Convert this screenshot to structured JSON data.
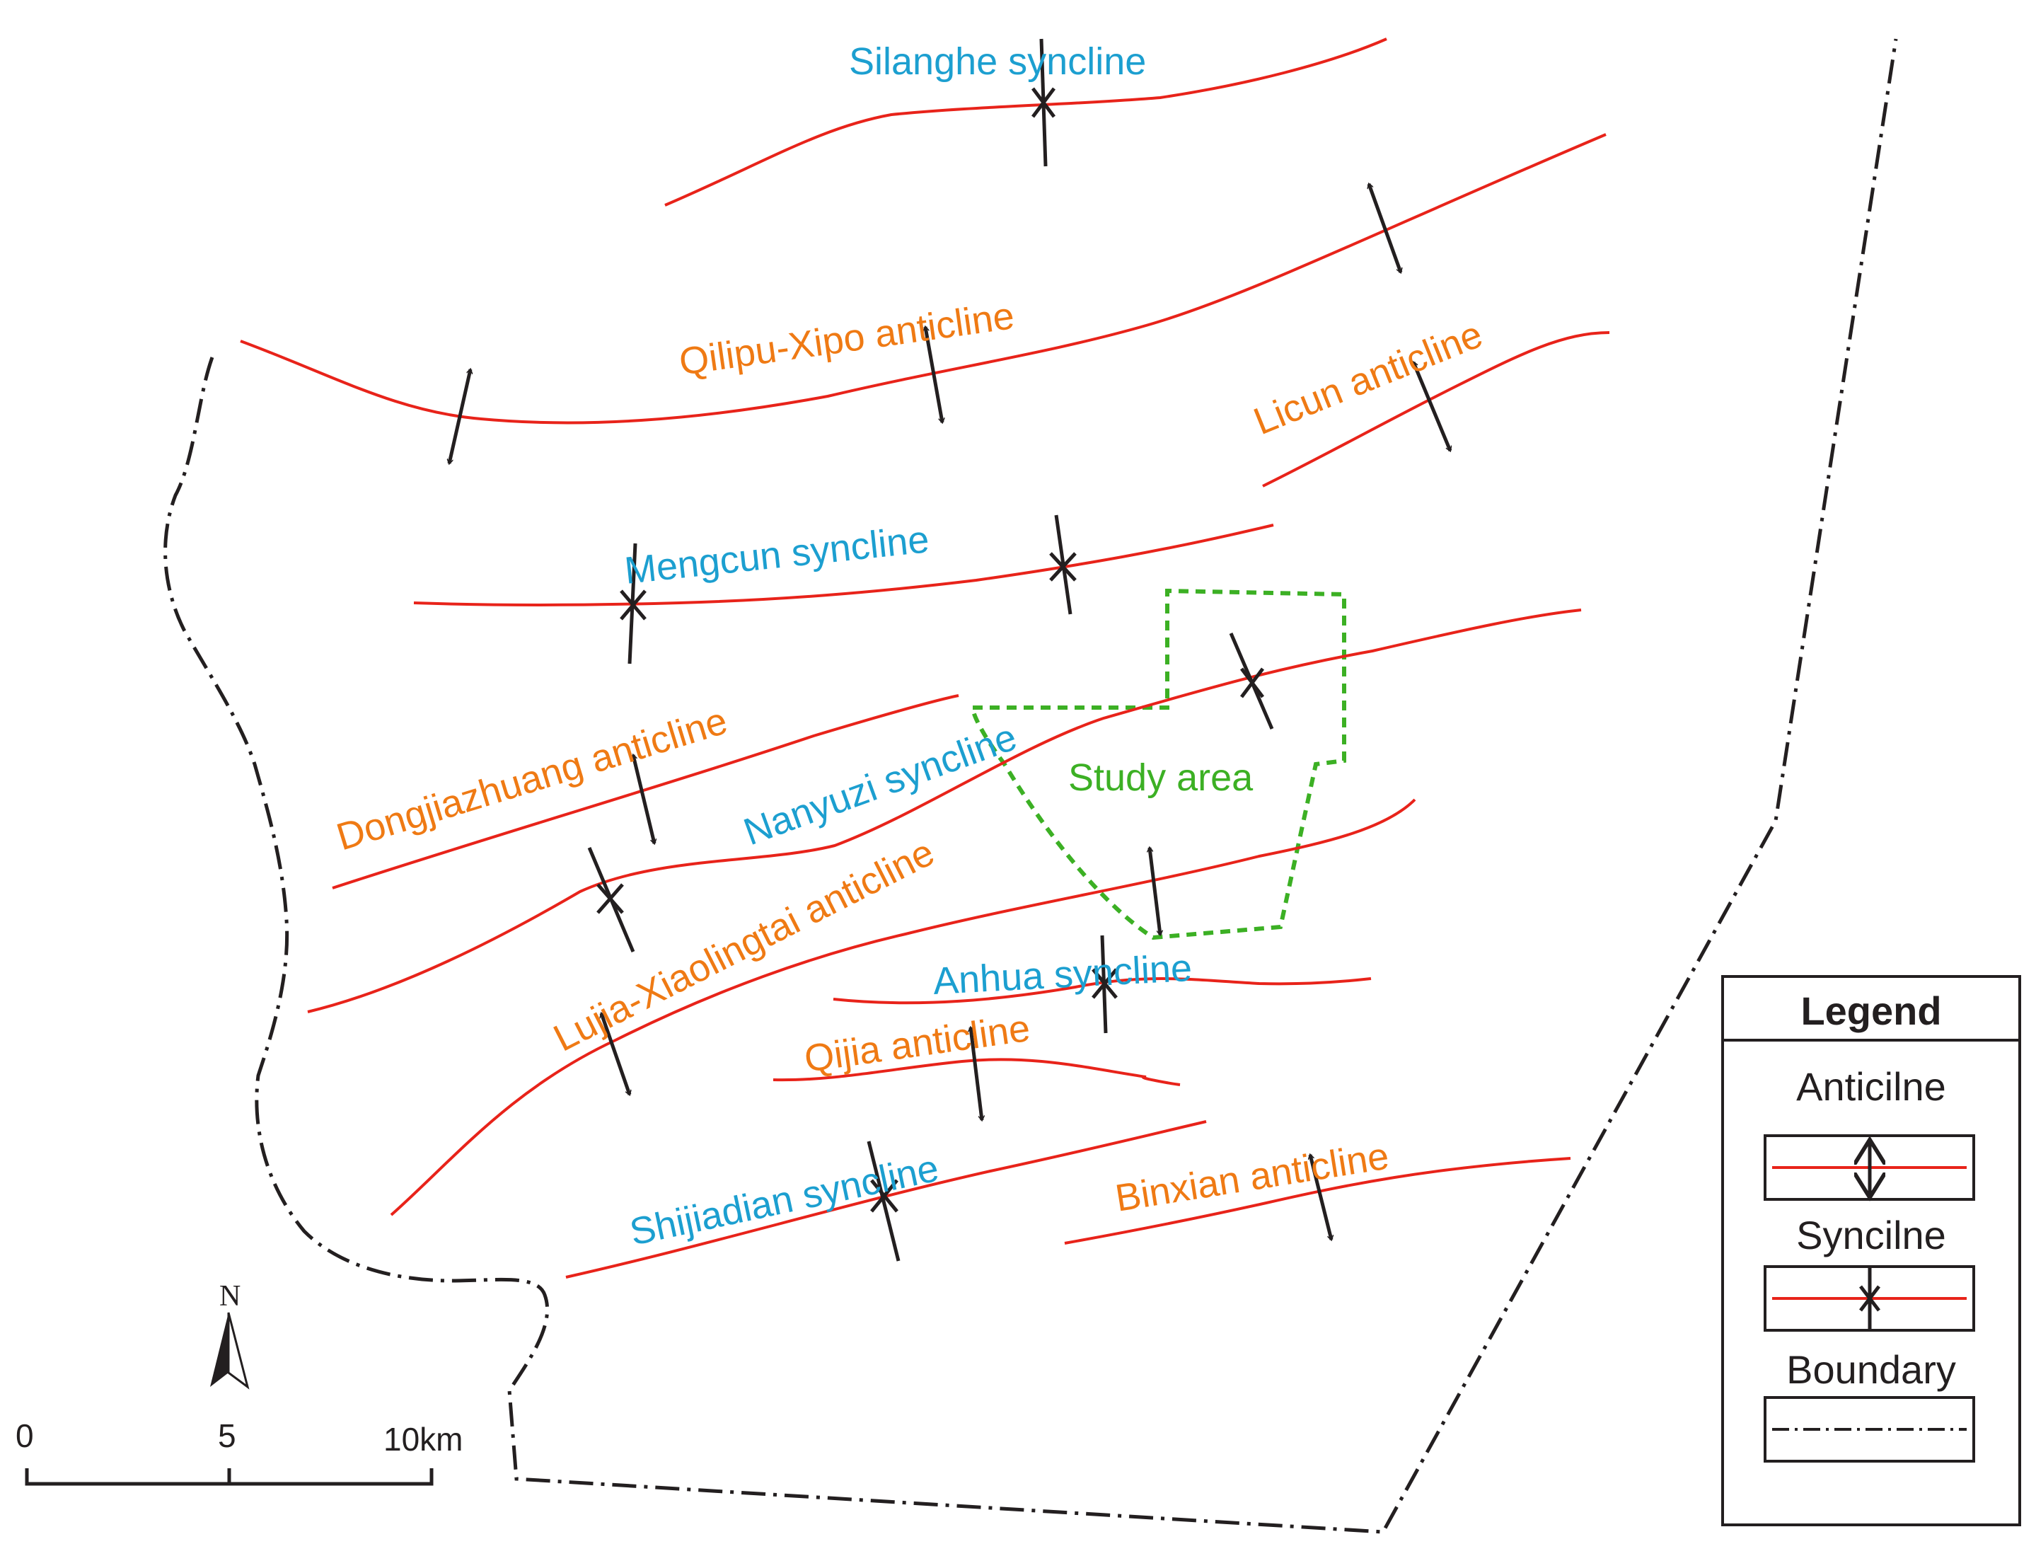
{
  "map": {
    "labels": {
      "silanghe": "Silanghe syncline",
      "qilipu": "Qilipu-Xipo anticline",
      "licun": "Licun anticline",
      "mengcun": "Mengcun syncline",
      "dongjiazhuang": "Dongjiazhuang anticline",
      "nanyuzi": "Nanyuzi syncline",
      "study_area": "Study area",
      "lujia": "Lujia-Xiaolingtai anticline",
      "anhua": "Anhua syncline",
      "qijia": "Qijia anticline",
      "shijiadian": "Shijiadian syncline",
      "binxian": "Binxian anticline"
    },
    "north_arrow": "N",
    "scale_bar": {
      "tick_0": "0",
      "tick_5": "5",
      "tick_10": "10km"
    },
    "legend": {
      "title": "Legend",
      "anticline": "Anticilne",
      "syncline": "Syncilne",
      "boundary": "Boundary"
    },
    "colors": {
      "fold_axis": "#e8231a",
      "anticline_label": "#ef7a14",
      "syncline_label": "#1c9fd0",
      "study_area": "#3cb024",
      "symbols": "#231f20"
    }
  }
}
